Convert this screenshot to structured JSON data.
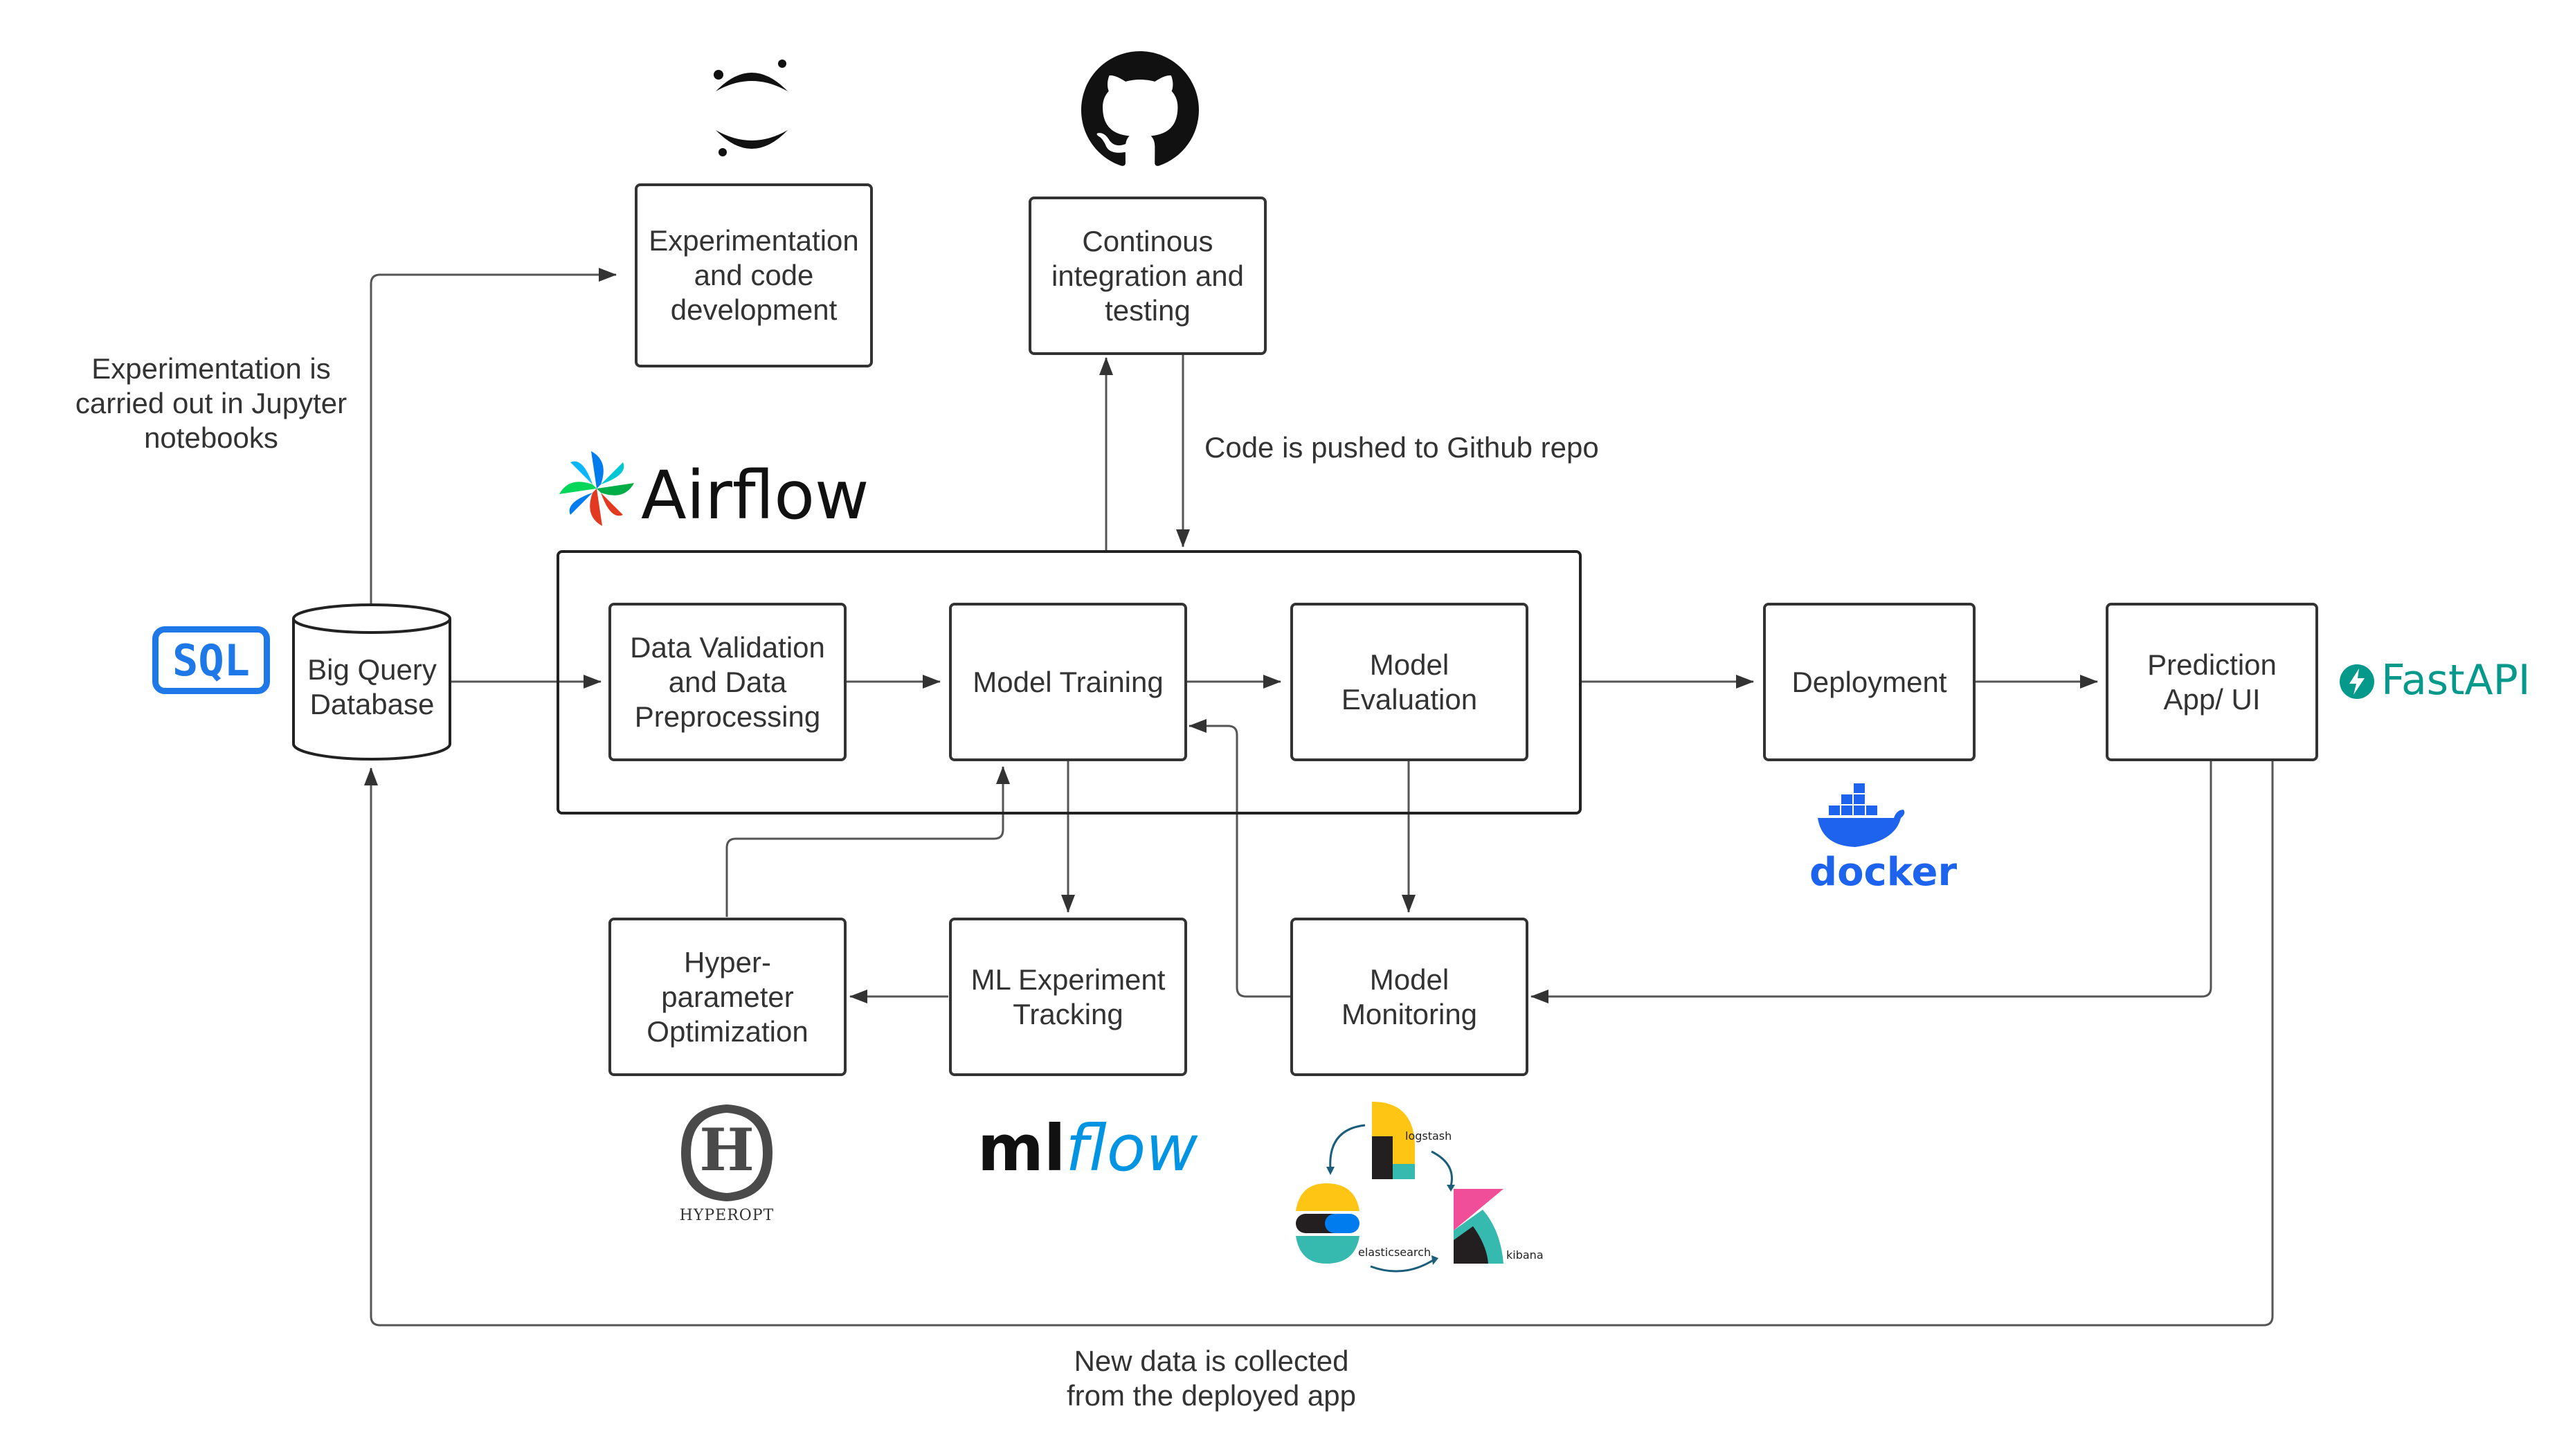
{
  "nodes": {
    "experimentation": "Experimentation\nand code\ndevelopment",
    "ci": "Continous\nintegration and\ntesting",
    "data_validation": "Data Validation\nand Data\nPreprocessing",
    "model_training": "Model Training",
    "model_evaluation": "Model\nEvaluation",
    "deployment": "Deployment",
    "prediction_app": "Prediction\nApp/ UI",
    "hyperparameter": "Hyper-\nparameter\nOptimization",
    "ml_tracking": "ML Experiment\nTracking",
    "model_monitoring": "Model\nMonitoring",
    "database": "Big Query\nDatabase"
  },
  "annotations": {
    "jupyter_note": "Experimentation is\ncarried out in Jupyter\nnotebooks",
    "github_note": "Code is pushed to Github repo",
    "new_data_note": "New data is collected\nfrom the deployed app"
  },
  "logos": {
    "sql": "SQL",
    "airflow": "Airflow",
    "fastapi": "FastAPI",
    "docker": "docker",
    "mlflow_ml": "ml",
    "mlflow_flow": "flow",
    "hyperopt": "HYPEROPT",
    "hyperopt_letter": "H",
    "logstash": "logstash",
    "elasticsearch": "elasticsearch",
    "kibana": "kibana"
  },
  "icons": [
    "jupyter-icon",
    "github-icon",
    "sql-icon",
    "airflow-icon",
    "fastapi-icon",
    "docker-icon",
    "mlflow-icon",
    "hyperopt-icon",
    "elk-stack-icon"
  ],
  "colors": {
    "line": "#333333",
    "sql_blue": "#1E78E8",
    "fastapi_teal": "#05998B",
    "docker_blue": "#1D63ED",
    "mlflow_blue": "#0194E2",
    "elastic_yellow": "#FEC514",
    "elastic_teal": "#36B9AE",
    "kibana_pink": "#F04E98"
  }
}
